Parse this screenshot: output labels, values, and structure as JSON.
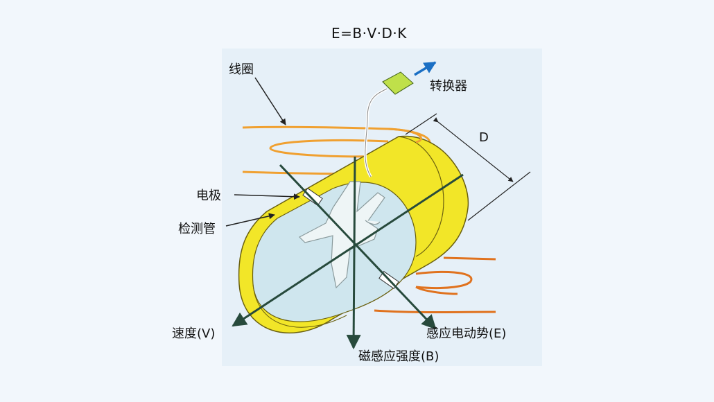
{
  "formula": "E=B·V·D·K",
  "labels": {
    "coil": "线圈",
    "converter": "转换器",
    "diameter": "D",
    "electrode": "电极",
    "tube": "检测管",
    "velocity": "速度(V)",
    "emf": "感应电动势(E)",
    "field": "磁感应强度(B)"
  },
  "colors": {
    "background": "#f2f7fc",
    "panel": "#e6f0f8",
    "tube_yellow": "#f2e628",
    "tube_inner": "#cfe6ee",
    "coil_orange": "#f0a030",
    "coil_red_orange": "#e0721e",
    "axis_dark": "#274a3c",
    "converter_green": "#bfe04a",
    "output_arrow_blue": "#1a6fc4"
  }
}
